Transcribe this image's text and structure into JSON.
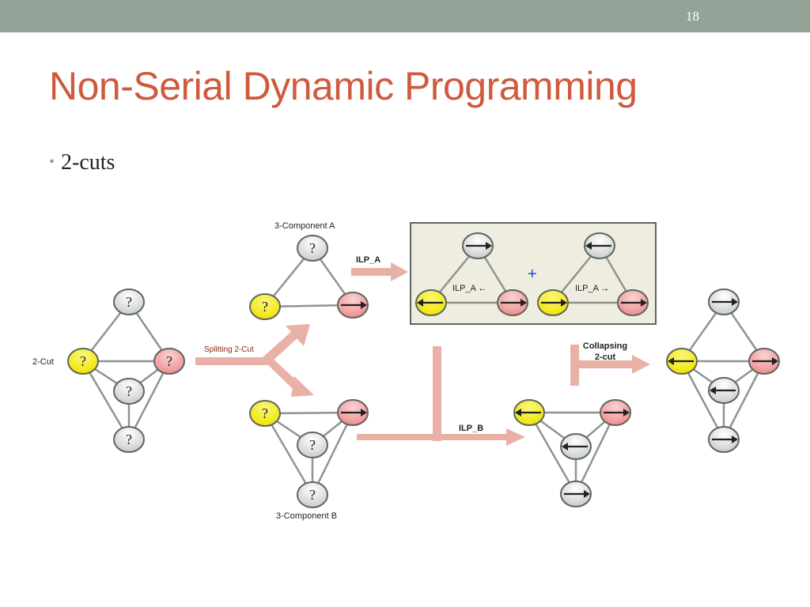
{
  "header": {
    "slide_number": "18"
  },
  "title": "Non-Serial Dynamic Programming",
  "bullets": [
    {
      "text": "2-cuts"
    }
  ],
  "diagram": {
    "labels": {
      "two_cut": "2-Cut",
      "splitting": "Splitting 2-Cut",
      "component_a": "3-Component A",
      "component_b": "3-Component B",
      "ilp_a": "ILP_A",
      "ilp_b": "ILP_B",
      "ilp_a_left": "ILP_A ←",
      "ilp_a_right": "ILP_A →",
      "plus": "+",
      "collapsing_line1": "Collapsing",
      "collapsing_line2": "2-cut",
      "unknown": "?"
    },
    "colors": {
      "node_gray": "#e1e4e1",
      "node_yellow": "#f5ec12",
      "node_pink": "#f4a3a4",
      "edge": "#8e958f",
      "arrow_fill": "#e9b1a6",
      "box_fill": "#efeddf",
      "title": "#cf5a3e",
      "topbar": "#94a398"
    }
  }
}
